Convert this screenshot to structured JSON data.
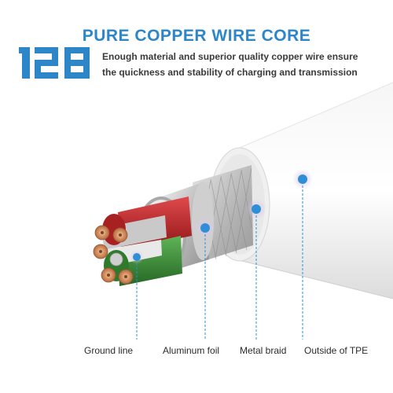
{
  "header": {
    "title": "PURE COPPER WIRE CORE",
    "number": "128",
    "line1": "Enough material and superior quality copper wire ensure",
    "line2": "the quickness and stability of charging and transmission"
  },
  "labels": {
    "ground": "Ground line",
    "foil": "Aluminum foil",
    "braid": "Metal braid",
    "tpe": "Outside of TPE"
  },
  "colors": {
    "accent": "#2d86c7",
    "marker": "#2f8fd6",
    "copper": "#c9855a",
    "red_core": "#c0282a",
    "green_core": "#3f8e3c"
  }
}
